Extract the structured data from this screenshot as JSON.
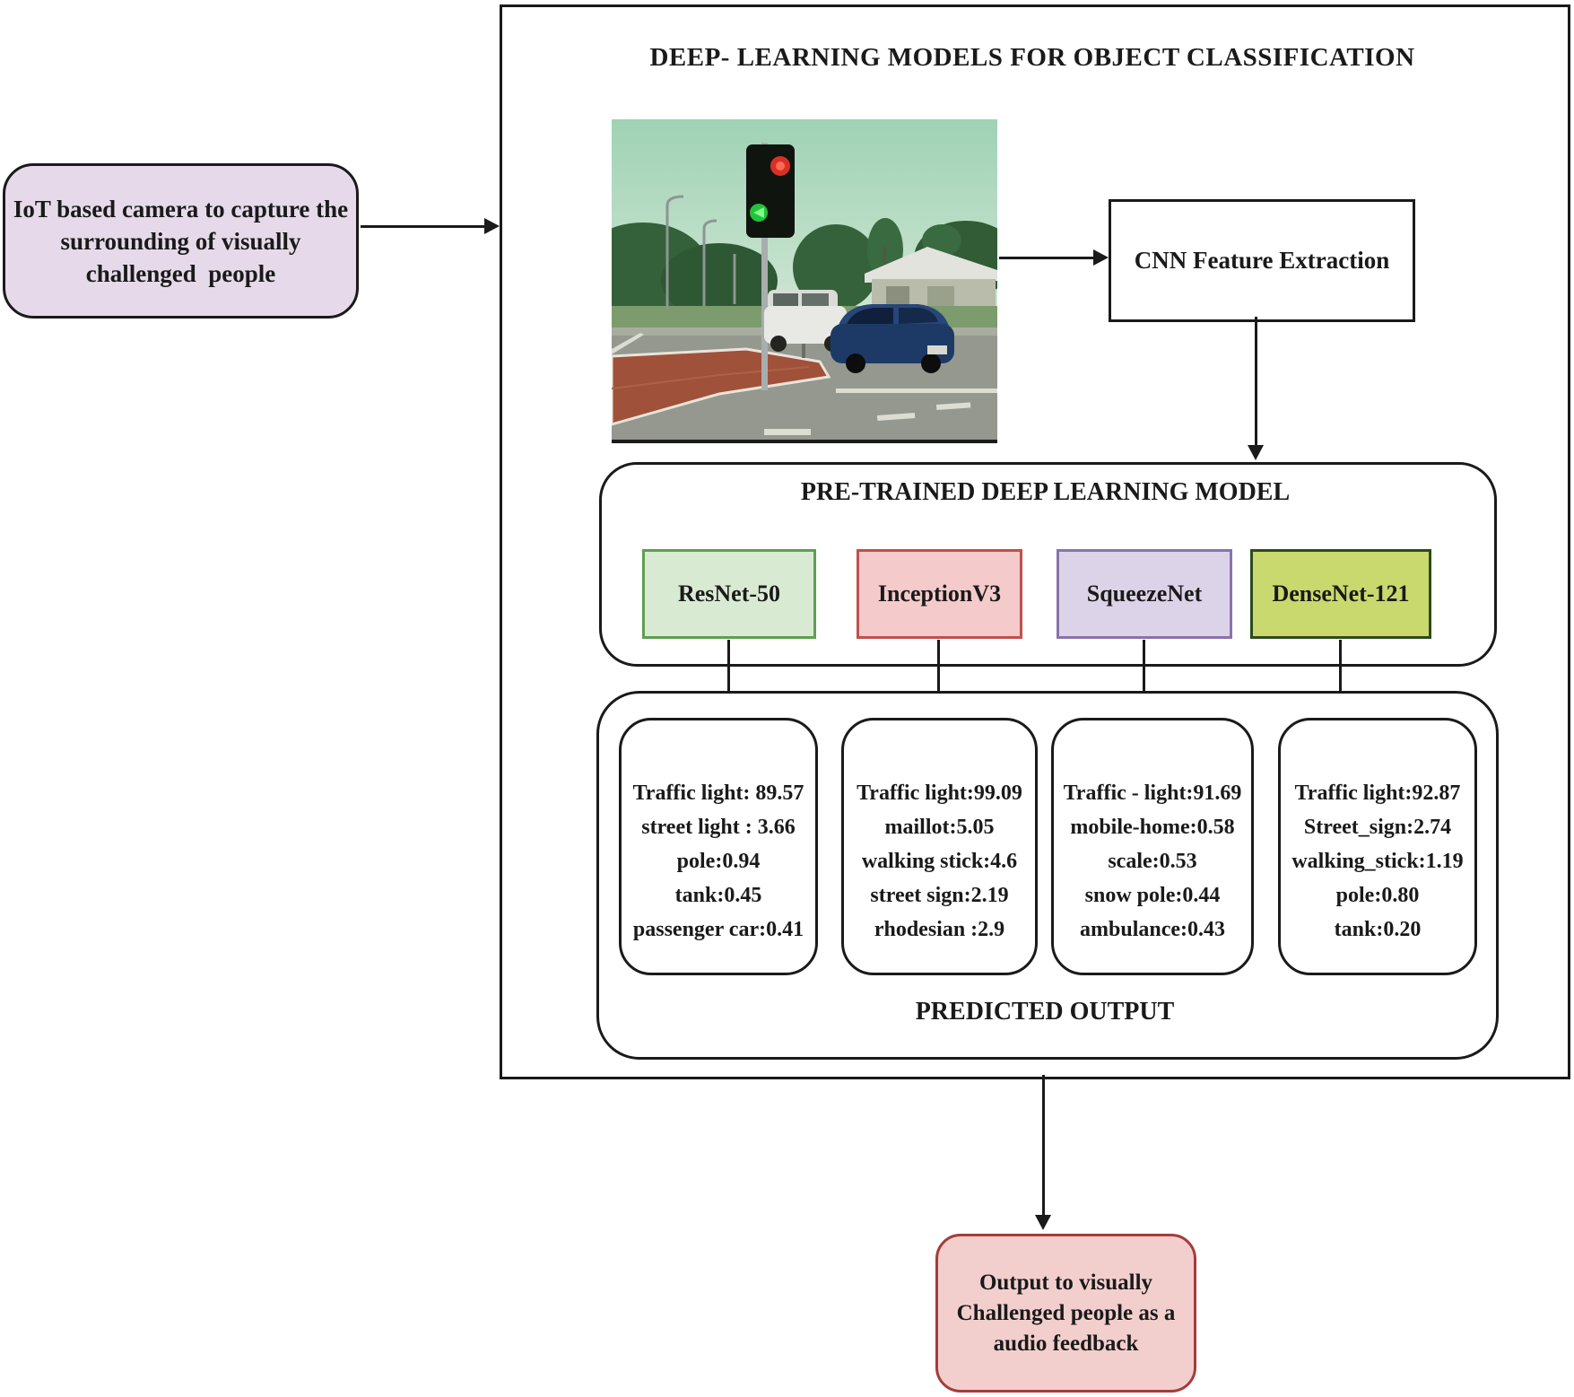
{
  "title": "DEEP- LEARNING MODELS FOR OBJECT CLASSIFICATION",
  "input_box": {
    "line1": "IoT based camera to capture the",
    "line2": "surrounding of visually",
    "line3": "challenged  people"
  },
  "cnn_box": {
    "label": "CNN Feature Extraction"
  },
  "pretrained": {
    "title": "PRE-TRAINED DEEP LEARNING MODEL",
    "models": [
      {
        "name": "ResNet-50"
      },
      {
        "name": "InceptionV3"
      },
      {
        "name": "SqueezeNet"
      },
      {
        "name": "DenseNet-121"
      }
    ]
  },
  "predicted": {
    "title": "PREDICTED OUTPUT",
    "results": [
      {
        "lines": [
          "Traffic light: 89.57",
          "street light : 3.66",
          "pole:0.94",
          "tank:0.45",
          "passenger car:0.41"
        ]
      },
      {
        "lines": [
          "Traffic light:99.09",
          "maillot:5.05",
          "walking stick:4.6",
          "street sign:2.19",
          "rhodesian :2.9"
        ]
      },
      {
        "lines": [
          "Traffic - light:91.69",
          "mobile-home:0.58",
          "scale:0.53",
          "snow pole:0.44",
          "ambulance:0.43"
        ]
      },
      {
        "lines": [
          "Traffic light:92.87",
          "Street_sign:2.74",
          "walking_stick:1.19",
          "pole:0.80",
          "tank:0.20"
        ]
      }
    ]
  },
  "output_box": {
    "line1": "Output to visually",
    "line2": "Challenged people as a",
    "line3": "audio feedback"
  },
  "colors": {
    "resnet_bg": "#d9ead3",
    "resnet_border": "#5f9e52",
    "inception_bg": "#f4caca",
    "inception_border": "#c0504d",
    "squeezenet_bg": "#ddd3e8",
    "squeezenet_border": "#8873ac",
    "densenet_bg": "#c9d96d",
    "densenet_border": "#2d4a1e",
    "input_box_bg": "#e6daea",
    "output_box_bg": "#f2cfcd",
    "output_box_border": "#a43c3c",
    "line_color": "#1a1a1a"
  }
}
